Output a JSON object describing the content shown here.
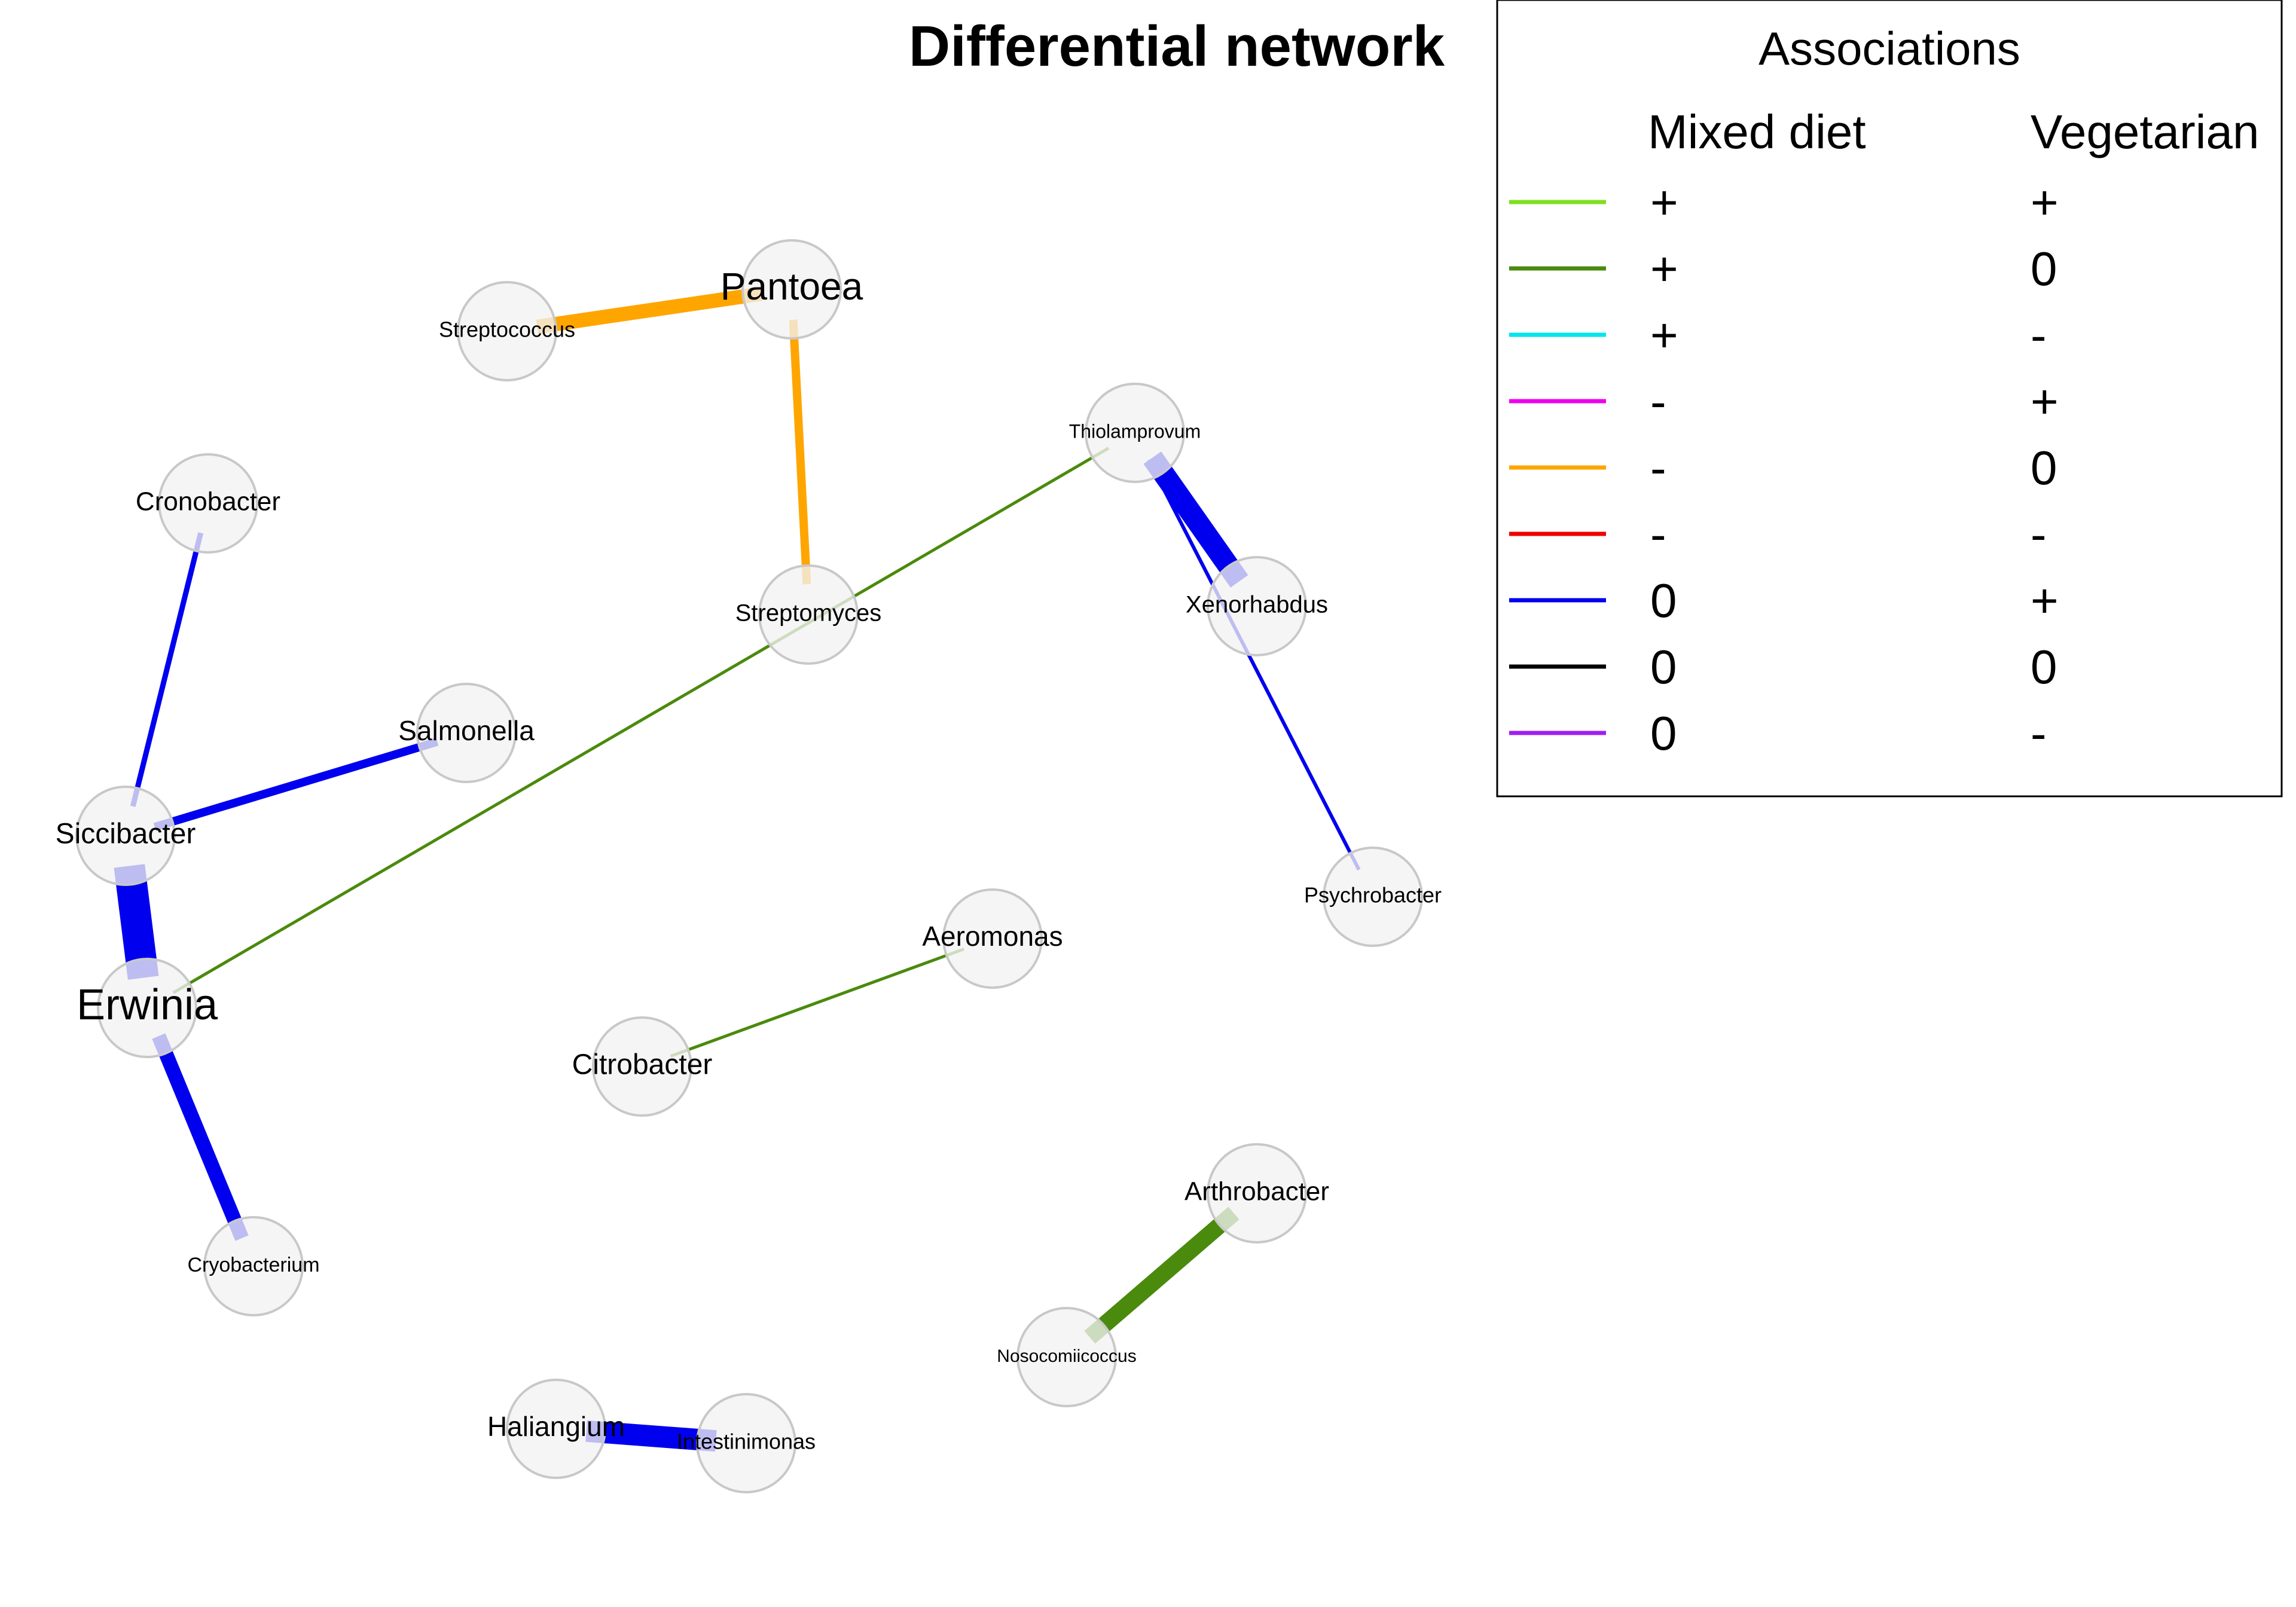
{
  "title": "Differential network",
  "legend": {
    "title": "Associations",
    "col1": "Mixed diet",
    "col2": "Vegetarian",
    "rows": [
      {
        "color": "#7FE01F",
        "mixed": "+",
        "veg": "+"
      },
      {
        "color": "#4A8A0C",
        "mixed": "+",
        "veg": "0"
      },
      {
        "color": "#00E5EE",
        "mixed": "+",
        "veg": "-"
      },
      {
        "color": "#EE00EE",
        "mixed": "-",
        "veg": "+"
      },
      {
        "color": "#FFA500",
        "mixed": "-",
        "veg": "0"
      },
      {
        "color": "#EE0000",
        "mixed": "-",
        "veg": "-"
      },
      {
        "color": "#0000EE",
        "mixed": "0",
        "veg": "+"
      },
      {
        "color": "#000000",
        "mixed": "0",
        "veg": "0"
      },
      {
        "color": "#A020F0",
        "mixed": "0",
        "veg": "-"
      }
    ]
  },
  "nodes": [
    {
      "id": "pantoea",
      "label": "Pantoea"
    },
    {
      "id": "streptococcus",
      "label": "Streptococcus"
    },
    {
      "id": "cronobacter",
      "label": "Cronobacter"
    },
    {
      "id": "streptomyces",
      "label": "Streptomyces"
    },
    {
      "id": "thiolamprovum",
      "label": "Thiolamprovum"
    },
    {
      "id": "xenorhabdus",
      "label": "Xenorhabdus"
    },
    {
      "id": "salmonella",
      "label": "Salmonella"
    },
    {
      "id": "siccibacter",
      "label": "Siccibacter"
    },
    {
      "id": "psychrobacter",
      "label": "Psychrobacter"
    },
    {
      "id": "aeromonas",
      "label": "Aeromonas"
    },
    {
      "id": "erwinia",
      "label": "Erwinia"
    },
    {
      "id": "citrobacter",
      "label": "Citrobacter"
    },
    {
      "id": "arthrobacter",
      "label": "Arthrobacter"
    },
    {
      "id": "cryobacterium",
      "label": "Cryobacterium"
    },
    {
      "id": "nosocomiicoccus",
      "label": "Nosocomiicoccus"
    },
    {
      "id": "haliangium",
      "label": "Haliangium"
    },
    {
      "id": "intestinimonas",
      "label": "Intestinimonas"
    }
  ],
  "edges": [
    {
      "source": "streptococcus",
      "target": "pantoea",
      "color": "#FFA500"
    },
    {
      "source": "pantoea",
      "target": "streptomyces",
      "color": "#FFA500"
    },
    {
      "source": "cronobacter",
      "target": "siccibacter",
      "color": "#0000EE"
    },
    {
      "source": "salmonella",
      "target": "siccibacter",
      "color": "#0000EE"
    },
    {
      "source": "siccibacter",
      "target": "erwinia",
      "color": "#0000EE"
    },
    {
      "source": "thiolamprovum",
      "target": "erwinia",
      "color": "#4A8A0C"
    },
    {
      "source": "thiolamprovum",
      "target": "xenorhabdus",
      "color": "#0000EE"
    },
    {
      "source": "thiolamprovum",
      "target": "psychrobacter",
      "color": "#0000EE"
    },
    {
      "source": "erwinia",
      "target": "cryobacterium",
      "color": "#0000EE"
    },
    {
      "source": "citrobacter",
      "target": "aeromonas",
      "color": "#4A8A0C"
    },
    {
      "source": "arthrobacter",
      "target": "nosocomiicoccus",
      "color": "#4A8A0C"
    },
    {
      "source": "haliangium",
      "target": "intestinimonas",
      "color": "#0000EE"
    }
  ]
}
